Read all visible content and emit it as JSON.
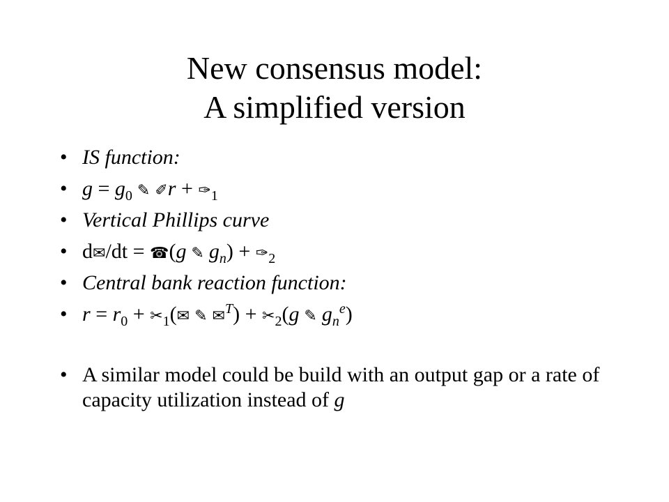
{
  "title": {
    "line1": "New consensus model:",
    "line2": "A simplified version"
  },
  "bullet_glyph": "•",
  "bullets": {
    "b1": "IS function:",
    "b2": {
      "g": "g",
      "eq": " = ",
      "g0": "g",
      "sub0": "0",
      "sym1": " ✎ ",
      "sym2": "✐",
      "r": "r",
      "plus": " + ",
      "sym3": "✑",
      "sub1": "1"
    },
    "b3": "Vertical Phillips curve",
    "b4": {
      "d": "d",
      "sym1": "✉",
      "slashdt": "/dt = ",
      "sym2": "☎",
      "open": "(",
      "g": "g",
      "sym3": " ✎ ",
      "gn": "g",
      "subn": "n",
      "close": ") + ",
      "sym4": "✑",
      "sub2": "2"
    },
    "b5": "Central bank reaction function:",
    "b6": {
      "r": "r",
      "eq": " = ",
      "r0": "r",
      "sub0": "0",
      "plus1": " + ",
      "sym1": "✂",
      "sub1": "1",
      "open1": "(",
      "sym2": "✉",
      "sym3": " ✎ ",
      "sym4": "✉",
      "supT": "T",
      "close1": ") + ",
      "sym5": "✂",
      "sub2": "2",
      "open2": "(",
      "g": "g",
      "sym6": " ✎ ",
      "gn": "g",
      "subn": "n",
      "supe": "e",
      "close2": ")"
    },
    "b7": {
      "text": "A similar model could be build with an output gap or a rate of capacity utilization instead of ",
      "g": "g"
    }
  }
}
